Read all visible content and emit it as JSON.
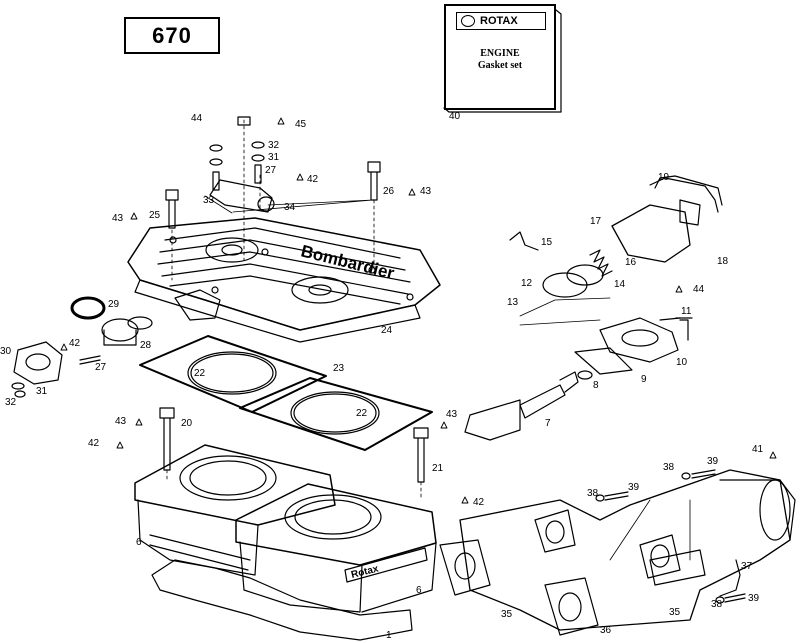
{
  "model": "670",
  "booklet": {
    "brand": "ROTAX",
    "title": "ENGINE",
    "subtitle": "Gasket set"
  },
  "cylinder_brand": "Rotax",
  "head_brand": "Bombardier",
  "labels": {
    "l1": "1",
    "l6a": "6",
    "l6b": "6",
    "l7": "7",
    "l8": "8",
    "l9": "9",
    "l10": "10",
    "l11": "11",
    "l12": "12",
    "l13": "13",
    "l14": "14",
    "l15": "15",
    "l16": "16",
    "l17": "17",
    "l18": "18",
    "l19": "19",
    "l20": "20",
    "l21": "21",
    "l22a": "22",
    "l22b": "22",
    "l23": "23",
    "l24": "24",
    "l25": "25",
    "l26": "26",
    "l27a": "27",
    "l27b": "27",
    "l28": "28",
    "l29": "29",
    "l30": "30",
    "l31a": "31",
    "l31b": "31",
    "l32a": "32",
    "l32b": "32",
    "l33": "33",
    "l34": "34",
    "l35a": "35",
    "l35b": "35",
    "l36": "36",
    "l37": "37",
    "l38a": "38",
    "l38b": "38",
    "l38c": "38",
    "l39a": "39",
    "l39b": "39",
    "l39c": "39",
    "l40": "40",
    "l41": "41",
    "l42a": "42",
    "l42b": "42",
    "l42c": "42",
    "l42d": "42",
    "l43a": "43",
    "l43b": "43",
    "l43c": "43",
    "l43d": "43",
    "l44a": "44",
    "l44b": "44",
    "l45": "45"
  }
}
